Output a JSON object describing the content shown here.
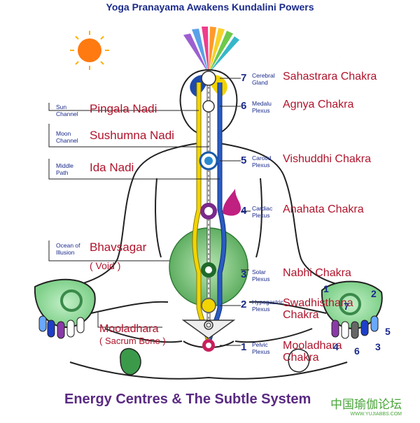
{
  "title": "Yoga Pranayama Awakens Kundalini Powers",
  "caption": "Energy Centres & The Subtle System",
  "nadis": [
    {
      "small": "Sun\nChannel",
      "label": "Pingala Nadi"
    },
    {
      "small": "Moon\nChannel",
      "label": "Sushumna Nadi"
    },
    {
      "small": "Middle\nPath",
      "label": "Ida Nadi"
    }
  ],
  "bhavsagar": {
    "small": "Ocean of\nIllusion",
    "label": "Bhavsagar",
    "sub": "( Void )"
  },
  "mooladhara_left": {
    "label": "Mooladhara",
    "sub": "( Sacrum Bone )"
  },
  "chakras": [
    {
      "num": "7",
      "small": "Cerebral\nGland",
      "label": "Sahastrara Chakra"
    },
    {
      "num": "6",
      "small": "Medalu\nPlexus",
      "label": "Agnya Chakra"
    },
    {
      "num": "5",
      "small": "Carotid\nPlexus",
      "label": "Vishuddhi Chakra"
    },
    {
      "num": "4",
      "small": "Cardiac\nPlexus",
      "label": "Anahata Chakra"
    },
    {
      "num": "3",
      "small": "Solar\nPlexus",
      "label": "Nabhi Chakra"
    },
    {
      "num": "2",
      "small": "Hypogastric\nPlexus",
      "label": "Swadhisthana\nChakra"
    },
    {
      "num": "1",
      "small": "Pelvic\nPlexus",
      "label": "Mooladhara\nChakra"
    }
  ],
  "right_hand_digits": [
    "1",
    "2",
    "3",
    "4",
    "5",
    "6",
    "7"
  ],
  "watermark": {
    "text": "中国瑜伽论坛",
    "url": "WWW.YUJIABBS.COM"
  },
  "colors": {
    "title": "#1a2a8a",
    "caption": "#5a2a82",
    "label_red": "#b0142c",
    "pingala": "#f2d400",
    "ida": "#1f4aa8",
    "sushumna": "#ffffff",
    "void": "#69b96a",
    "sun": "#ff8a1a",
    "moon": "#1f3fc8"
  }
}
